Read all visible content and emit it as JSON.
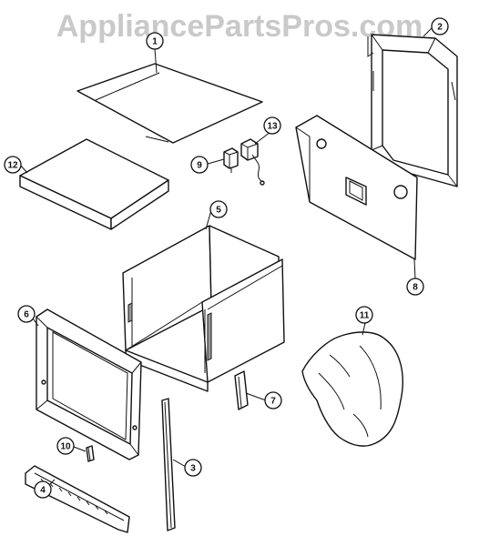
{
  "watermark": "AppliancePartsPros.com",
  "callouts": [
    {
      "id": "c1",
      "label": "1"
    },
    {
      "id": "c2",
      "label": "2"
    },
    {
      "id": "c3",
      "label": "3"
    },
    {
      "id": "c4",
      "label": "4"
    },
    {
      "id": "c5",
      "label": "5"
    },
    {
      "id": "c6",
      "label": "6"
    },
    {
      "id": "c7",
      "label": "7"
    },
    {
      "id": "c8",
      "label": "8"
    },
    {
      "id": "c9",
      "label": "9"
    },
    {
      "id": "c10",
      "label": "10"
    },
    {
      "id": "c11",
      "label": "11"
    },
    {
      "id": "c12",
      "label": "12"
    },
    {
      "id": "c13",
      "label": "13"
    }
  ]
}
